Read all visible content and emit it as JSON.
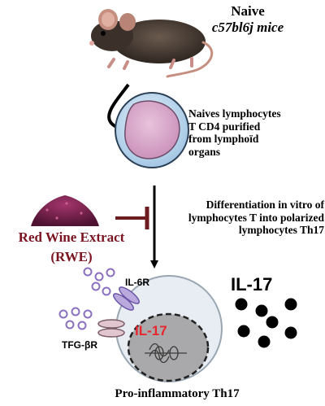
{
  "header": {
    "line1": "Naive",
    "line2": "c57bl6j mice"
  },
  "naive_cell": {
    "caption_lines": [
      "Naives lymphocytes",
      "T CD4 purified",
      "from lymphoïd",
      "organs"
    ]
  },
  "differentiation": {
    "caption_lines": [
      "Differentiation in vitro of",
      "lymphocytes T into polarized",
      "lymphocytes Th17"
    ]
  },
  "inhibitor": {
    "name": "Red Wine Extract",
    "abbr": "(RWE)"
  },
  "th17_cell": {
    "receptor_il6": "IL-6R",
    "receptor_tgf": "TFG-βR",
    "nucleus_label": "IL-17",
    "secreted_label": "IL-17",
    "caption": "Pro-inflammatory Th17"
  },
  "colors": {
    "rwe_text": "#7a1420",
    "inhibition_bar": "#6e1b1f",
    "nucleus_label": "#e8262e",
    "receptor_purple": "#9b86c9",
    "cell_fill": "#e7edf2"
  }
}
